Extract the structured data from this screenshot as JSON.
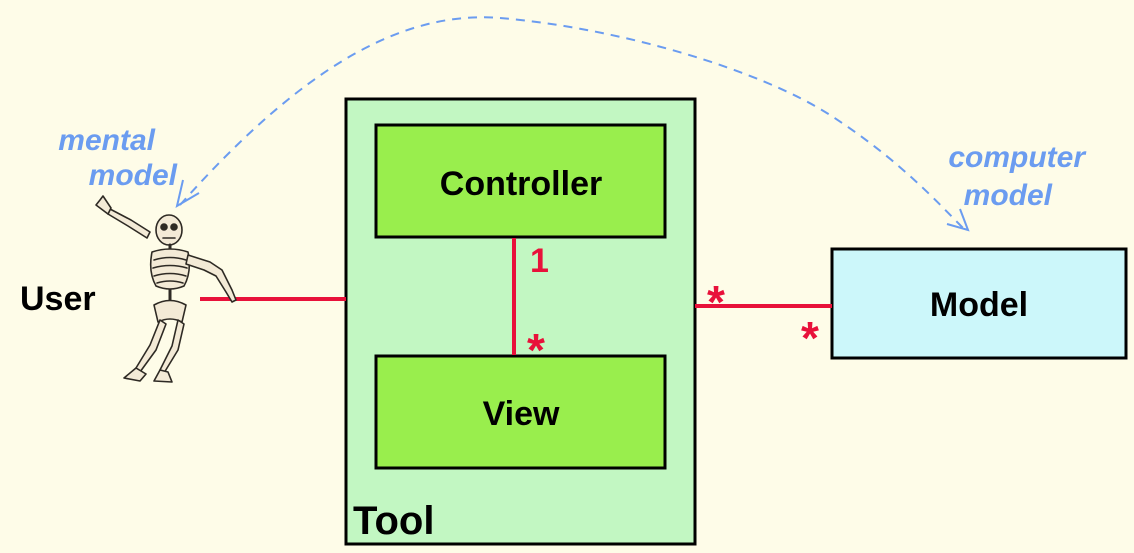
{
  "diagram": {
    "user_label": "User",
    "tool_label": "Tool",
    "controller_label": "Controller",
    "view_label": "View",
    "model_label": "Model",
    "mental_model_lines": [
      "mental",
      "model"
    ],
    "computer_model_lines": [
      "computer",
      "model"
    ],
    "controller_multiplicity": "1",
    "view_multiplicity": "*",
    "tool_multiplicity": "*",
    "model_multiplicity": "*"
  },
  "colors": {
    "background": "#fefce8",
    "tool_fill": "#c2f7c2",
    "controller_view_fill": "#99ee4d",
    "model_fill": "#ccf7fa",
    "connector": "#e8113a",
    "annotation": "#6b9cf0",
    "skeleton": "#f3ead6"
  }
}
